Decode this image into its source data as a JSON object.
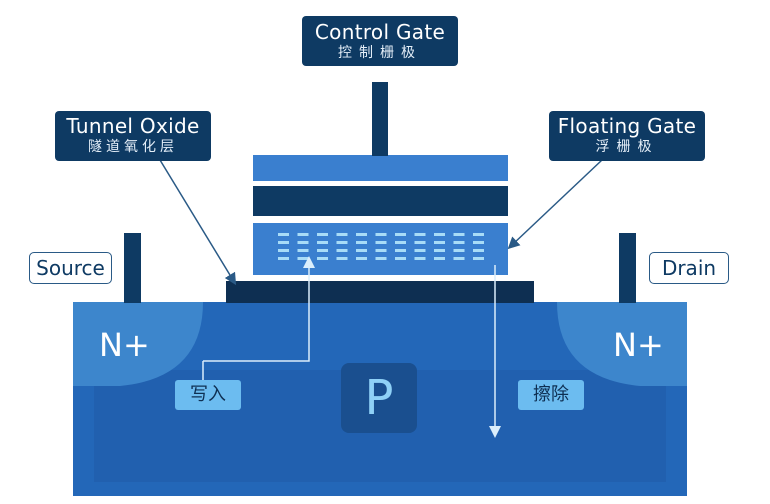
{
  "labels": {
    "control_gate": {
      "en": "Control Gate",
      "zh": "控制栅极"
    },
    "tunnel_oxide": {
      "en": "Tunnel Oxide",
      "zh": "隧道氧化层"
    },
    "floating_gate": {
      "en": "Floating Gate",
      "zh": "浮栅极"
    },
    "source": "Source",
    "drain": "Drain",
    "n_plus_left": "N+",
    "n_plus_right": "N+",
    "substrate": "P",
    "write": "写入",
    "erase": "擦除"
  },
  "colors": {
    "dark_navy": "#0e3a63",
    "substrate": "#2367b8",
    "n_region": "#3d86cc",
    "floating_gate": "#3a7fcf",
    "electrons": "#a8dcf7",
    "pill": "#6cbcf0"
  }
}
